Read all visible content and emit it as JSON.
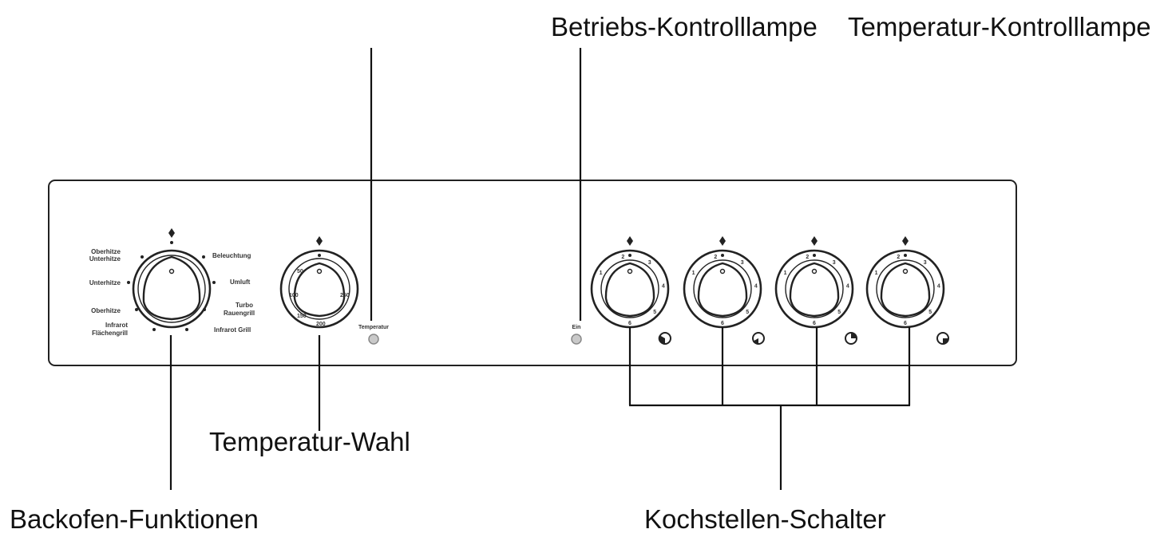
{
  "labels": {
    "betriebs_lamp": "Betriebs-Kontrolllampe",
    "temperatur_lamp": "Temperatur-Kontrolllampe",
    "temperatur_wahl": "Temperatur-Wahl",
    "backofen_funktionen": "Backofen-Funktionen",
    "kochstellen_schalter": "Kochstellen-Schalter"
  },
  "panel": {
    "function_knob_labels": {
      "oberhitze_unterhitze_1": "Oberhitze",
      "oberhitze_unterhitze_2": "Unterhitze",
      "unterhitze": "Unterhitze",
      "oberhitze": "Oberhitze",
      "infrarot_1": "Infrarot",
      "infrarot_2": "Flächengrill",
      "beleuchtung": "Beleuchtung",
      "umluft": "Umluft",
      "turbo_1": "Turbo",
      "turbo_2": "Rauengrill",
      "infrarot_grill": "Infrarot Grill"
    },
    "temperature_scale": [
      "50",
      "100",
      "150",
      "200",
      "250"
    ],
    "lamp_temperature_label": "Temperatur",
    "lamp_on_label": "Ein",
    "hob_scale": [
      "1",
      "2",
      "3",
      "4",
      "5",
      "6"
    ]
  },
  "colors": {
    "line": "#111111",
    "lamp": "#c9c9c9"
  }
}
